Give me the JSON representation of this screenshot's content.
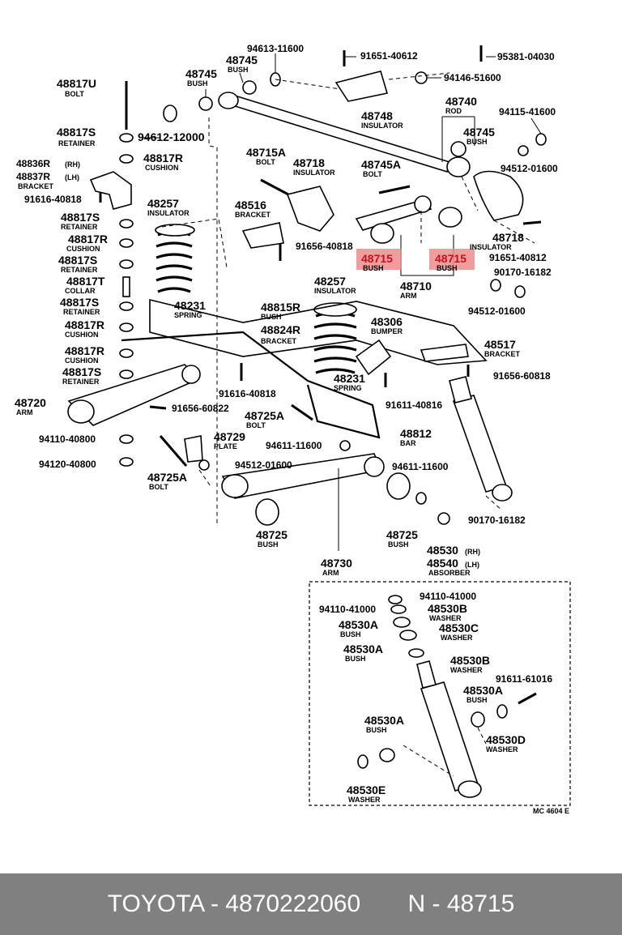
{
  "labels": {
    "p94613_11600": "94613-11600",
    "p91651_40612": "91651-40612",
    "p95381_04030": "95381-04030",
    "p94146_51600": "94146-51600",
    "p48817U": "48817U",
    "p48817U_d": "BOLT",
    "p48745_a": "48745",
    "p48745_a_d": "BUSH",
    "p48745_b": "48745",
    "p48745_b_d": "BUSH",
    "p48748": "48748",
    "p48748_d": "INSULATOR",
    "p48740": "48740",
    "p48740_d": "ROD",
    "p94115_41600": "94115-41600",
    "p48745_c": "48745",
    "p48745_c_d": "BUSH",
    "p48817S_a": "48817S",
    "p48817S_a_d": "RETAINER",
    "p94612_12000": "94612-12000",
    "p48817R_a": "48817R",
    "p48817R_a_d": "CUSHION",
    "p94512_01600_a": "94512-01600",
    "p48836R": "48836R",
    "p48836R_rh": "(RH)",
    "p48837R": "48837R",
    "p48837R_lh": "(LH)",
    "p48836R_d": "BRACKET",
    "p48715A": "48715A",
    "p48715A_d": "BOLT",
    "p48718_a": "48718",
    "p48718_a_d": "INSULATOR",
    "p48745A": "48745A",
    "p48745A_d": "BOLT",
    "p91616_40818_a": "91616-40818",
    "p48257_a": "48257",
    "p48257_a_d": "INSULATOR",
    "p48516": "48516",
    "p48516_d": "BRACKET",
    "p48718_b": "48718",
    "p48718_b_d": "INSULATOR",
    "p48817S_b": "48817S",
    "p48817S_b_d": "RETAINER",
    "p91651_40812": "91651-40812",
    "p48817R_b": "48817R",
    "p48817R_b_d": "CUSHION",
    "p91656_40818": "91656-40818",
    "p48715_a": "48715",
    "p48715_a_d": "BUSH",
    "p48715_b": "48715",
    "p48715_b_d": "BUSH",
    "p48817S_c": "48817S",
    "p48817S_c_d": "RETAINER",
    "p90170_16182_a": "90170-16182",
    "p48817T": "48817T",
    "p48817T_d": "COLLAR",
    "p48710": "48710",
    "p48710_d": "ARM",
    "p48257_b": "48257",
    "p48257_b_d": "INSULATOR",
    "p48817S_d": "48817S",
    "p48817S_d_d": "RETAINER",
    "p48231_a": "48231",
    "p48231_a_d": "SPRING",
    "p48815R": "48815R",
    "p48815R_d": "BUSH",
    "p94512_01600_b": "94512-01600",
    "p48306": "48306",
    "p48306_d": "BUMPER",
    "p48817R_c": "48817R",
    "p48817R_c_d": "CUSHION",
    "p48824R": "48824R",
    "p48824R_d": "BRACKET",
    "p48517": "48517",
    "p48517_d": "BRACKET",
    "p48817R_d": "48817R",
    "p48817R_d_d": "CUSHION",
    "p48817S_e": "48817S",
    "p48817S_e_d": "RETAINER",
    "p91656_60818": "91656-60818",
    "p48231_b": "48231",
    "p48231_b_d": "SPRING",
    "p91616_40818_b": "91616-40818",
    "p48720": "48720",
    "p48720_d": "ARM",
    "p91611_40816": "91611-40816",
    "p91656_60822": "91656-60822",
    "p48725A_a": "48725A",
    "p48725A_a_d": "BOLT",
    "p94110_40800": "94110-40800",
    "p48729": "48729",
    "p48729_d": "PLATE",
    "p48812": "48812",
    "p48812_d": "BAR",
    "p94611_11600_a": "94611-11600",
    "p94120_40800": "94120-40800",
    "p94512_01600_c": "94512-01600",
    "p94611_11600_b": "94611-11600",
    "p48725A_b": "48725A",
    "p48725A_b_d": "BOLT",
    "p90170_16182_b": "90170-16182",
    "p48725_a": "48725",
    "p48725_a_d": "BUSH",
    "p48725_b": "48725",
    "p48725_b_d": "BUSH",
    "p48530": "48530",
    "p48530_rh": "(RH)",
    "p48540": "48540",
    "p48540_lh": "(LH)",
    "p48530_d": "ABSORBER",
    "p48730": "48730",
    "p48730_d": "ARM",
    "p94110_41000_a": "94110-41000",
    "p94110_41000_b": "94110-41000",
    "p48530B_a": "48530B",
    "p48530B_a_d": "WASHER",
    "p48530A_a": "48530A",
    "p48530A_a_d": "BUSH",
    "p48530C": "48530C",
    "p48530C_d": "WASHER",
    "p48530A_b": "48530A",
    "p48530A_b_d": "BUSH",
    "p48530B_b": "48530B",
    "p48530B_b_d": "WASHER",
    "p91611_61016": "91611-61016",
    "p48530A_c": "48530A",
    "p48530A_c_d": "BUSH",
    "p48530A_d": "48530A",
    "p48530A_d_d": "BUSH",
    "p48530D": "48530D",
    "p48530D_d": "WASHER",
    "p48530E": "48530E",
    "p48530E_d": "WASHER",
    "code": "MC 4604 E"
  },
  "colors": {
    "highlight": "#f08c8c",
    "highlight_text": "#c0141e",
    "footer_bg": "#808080",
    "footer_text": "#ffffff"
  },
  "footer": {
    "text": "TOYOTA - 4870222060       N - 48715"
  }
}
